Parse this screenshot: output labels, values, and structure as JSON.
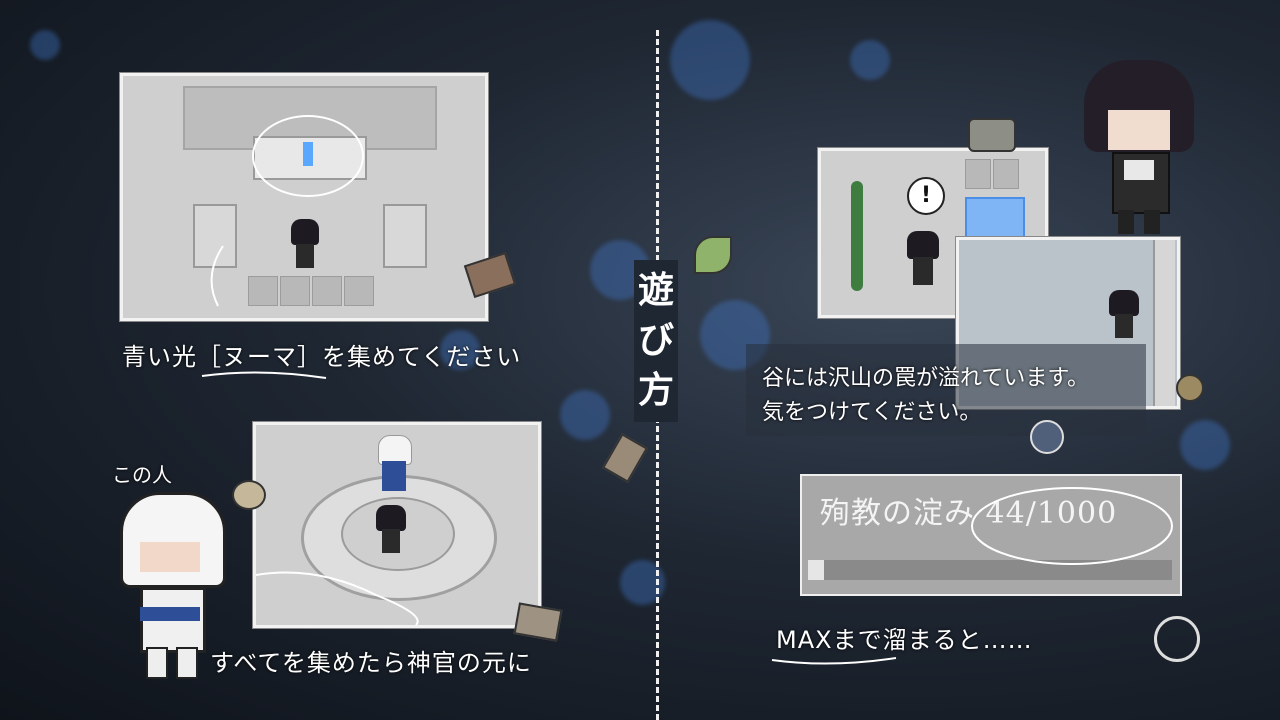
{
  "title": "遊び方",
  "steps": {
    "collect": "青い光［ヌーマ］を集めてください",
    "return": "すべてを集めたら神官の元に",
    "traps_line1": "谷には沢山の罠が溢れています。",
    "traps_line2": "気をつけてください。",
    "max": "MAXまで溜まると……"
  },
  "annotation": "この人",
  "gauge": {
    "label": "殉教の淀み",
    "value_text": "44/1000",
    "current": 44,
    "max": 1000
  },
  "colors": {
    "accent": "#4a8ee8",
    "panel": "#cfcfcf"
  }
}
